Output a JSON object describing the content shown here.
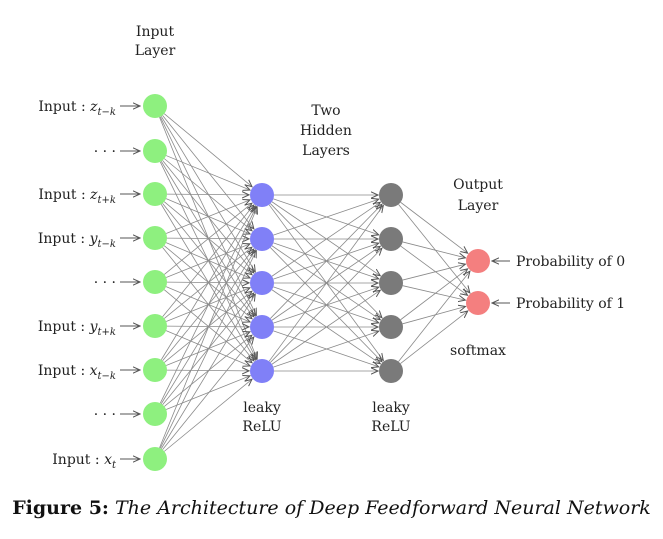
{
  "diagram": {
    "layers": {
      "input": {
        "title": [
          "Input",
          "Layer"
        ],
        "color": "#8ef07f"
      },
      "hidden1": {
        "activation": [
          "leaky",
          "ReLU"
        ],
        "color": "#8080f7"
      },
      "hidden2": {
        "activation": [
          "leaky",
          "ReLU"
        ],
        "color": "#7a7a7a"
      },
      "output": {
        "title": [
          "Output",
          "Layer"
        ],
        "activation": "softmax",
        "color": "#f47f7f"
      }
    },
    "hidden_title": [
      "Two",
      "Hidden",
      "Layers"
    ],
    "input_labels": [
      {
        "prefix": "Input : ",
        "var": "z",
        "sub": "t−k"
      },
      {
        "prefix": "· · ·",
        "var": "",
        "sub": ""
      },
      {
        "prefix": "Input : ",
        "var": "z",
        "sub": "t+k"
      },
      {
        "prefix": "Input : ",
        "var": "y",
        "sub": "t−k"
      },
      {
        "prefix": "· · ·",
        "var": "",
        "sub": ""
      },
      {
        "prefix": "Input : ",
        "var": "y",
        "sub": "t+k"
      },
      {
        "prefix": "Input : ",
        "var": "x",
        "sub": "t−k"
      },
      {
        "prefix": "· · ·",
        "var": "",
        "sub": ""
      },
      {
        "prefix": "Input : ",
        "var": "x",
        "sub": "t"
      }
    ],
    "output_labels": [
      "Probability of 0",
      "Probability of 1"
    ],
    "edge_color": "#8a8a8a"
  },
  "caption": {
    "figure": "Figure 5:",
    "text": "The Architecture of Deep Feedforward Neural Network"
  }
}
